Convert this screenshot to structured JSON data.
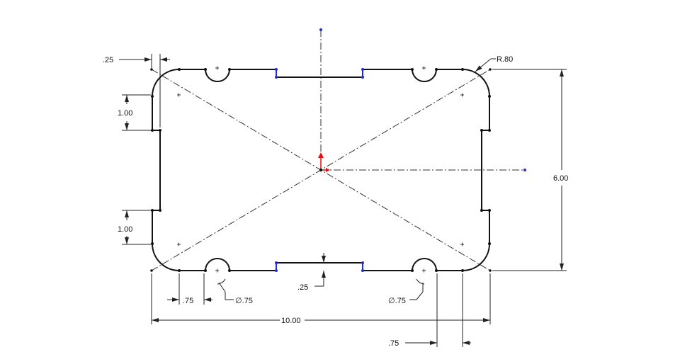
{
  "drawing": {
    "dimensions": {
      "overall_width": "10.00",
      "overall_height": "6.00",
      "corner_radius": "R.80",
      "left_notch_top": "1.00",
      "left_notch_bottom": "1.00",
      "bottom_slot_depth": ".25",
      "top_offset": ".25",
      "left_hole_offset": ".75",
      "right_hole_offset": ".75",
      "left_hole_diameter": ".75",
      "right_hole_diameter": ".75"
    },
    "diameter_symbol": "∅",
    "colors": {
      "geometry": "#111111",
      "constrained": "#1f2bd6",
      "origin": "#e01010"
    }
  }
}
